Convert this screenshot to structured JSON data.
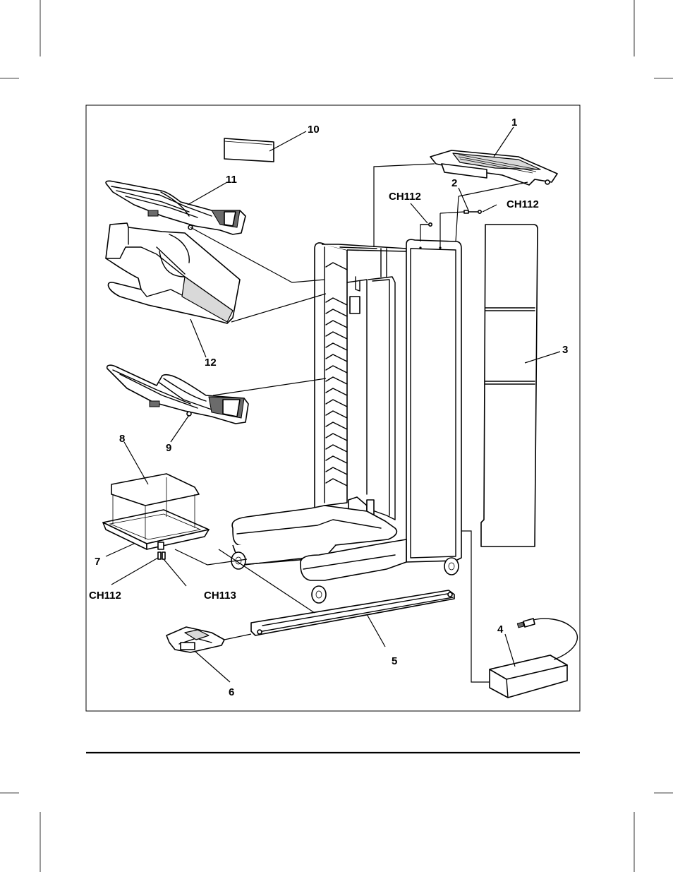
{
  "callouts": {
    "c1": "1",
    "c2": "2",
    "c3": "3",
    "c4": "4",
    "c5": "5",
    "c6": "6",
    "c7": "7",
    "c8": "8",
    "c9": "9",
    "c10": "10",
    "c11": "11",
    "c12": "12",
    "ch112_top_left": "CH112",
    "ch112_top_right": "CH112",
    "ch112_bottom": "CH112",
    "ch113_bottom": "CH113"
  }
}
